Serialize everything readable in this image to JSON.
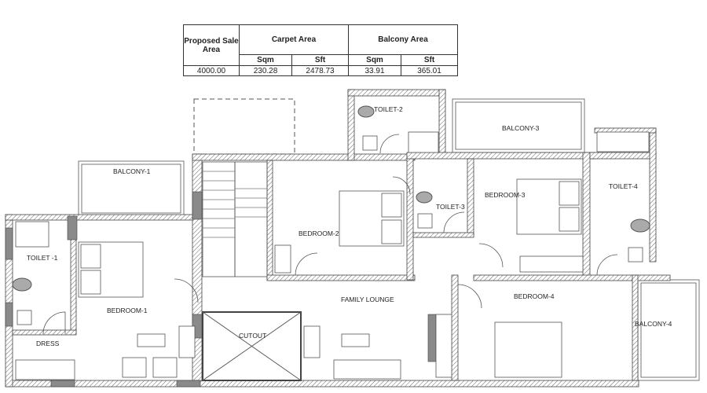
{
  "area_table": {
    "headers": {
      "proposed_sale_area": "Proposed Sale Area",
      "carpet_area": "Carpet Area",
      "balcony_area": "Balcony Area",
      "sqm": "Sqm",
      "sft": "Sft"
    },
    "values": {
      "proposed_sale_area": "4000.00",
      "carpet_sqm": "230.28",
      "carpet_sft": "2478.73",
      "balcony_sqm": "33.91",
      "balcony_sft": "365.01"
    }
  },
  "rooms": {
    "toilet_2": "TOILET-2",
    "balcony_3": "BALCONY-3",
    "balcony_1": "BALCONY-1",
    "toilet_4": "TOILET-4",
    "bedroom_3": "BEDROOM-3",
    "toilet_3": "TOILET-3",
    "bedroom_2": "BEDROOM-2",
    "toilet_1": "TOILET -1",
    "family_lounge": "FAMILY LOUNGE",
    "bedroom_4": "BEDROOM-4",
    "balcony_4": "BALCONY-4",
    "bedroom_1": "BEDROOM-1",
    "cutout": "CUTOUT",
    "dress": "DRESS"
  }
}
